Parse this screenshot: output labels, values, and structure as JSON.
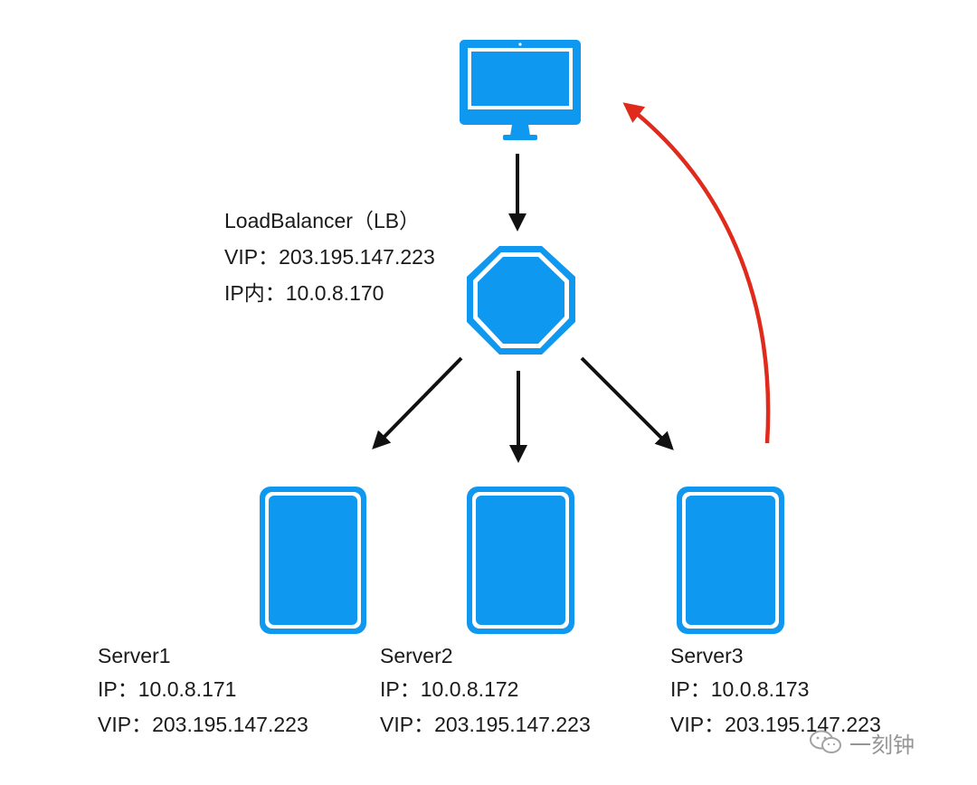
{
  "colors": {
    "node_fill": "#0f98f0",
    "node_border": "#0f98f0",
    "node_inner": "#ffffff",
    "arrow_black": "#111111",
    "arrow_red": "#e02a1b",
    "text": "#1a1a1a"
  },
  "client": {
    "icon": "monitor-icon"
  },
  "load_balancer": {
    "icon": "octagon-icon",
    "title": "LoadBalancer（LB）",
    "vip": "VIP：203.195.147.223",
    "ip": "IP内：10.0.8.170"
  },
  "servers": [
    {
      "icon": "server-icon",
      "name": "Server1",
      "ip": "IP：10.0.8.171",
      "vip": "VIP：203.195.147.223"
    },
    {
      "icon": "server-icon",
      "name": "Server2",
      "ip": "IP：10.0.8.172",
      "vip": "VIP：203.195.147.223"
    },
    {
      "icon": "server-icon",
      "name": "Server3",
      "ip": "IP：10.0.8.173",
      "vip": "VIP：203.195.147.223"
    }
  ],
  "watermark": {
    "icon": "wechat-icon",
    "text": "一刻钟"
  }
}
